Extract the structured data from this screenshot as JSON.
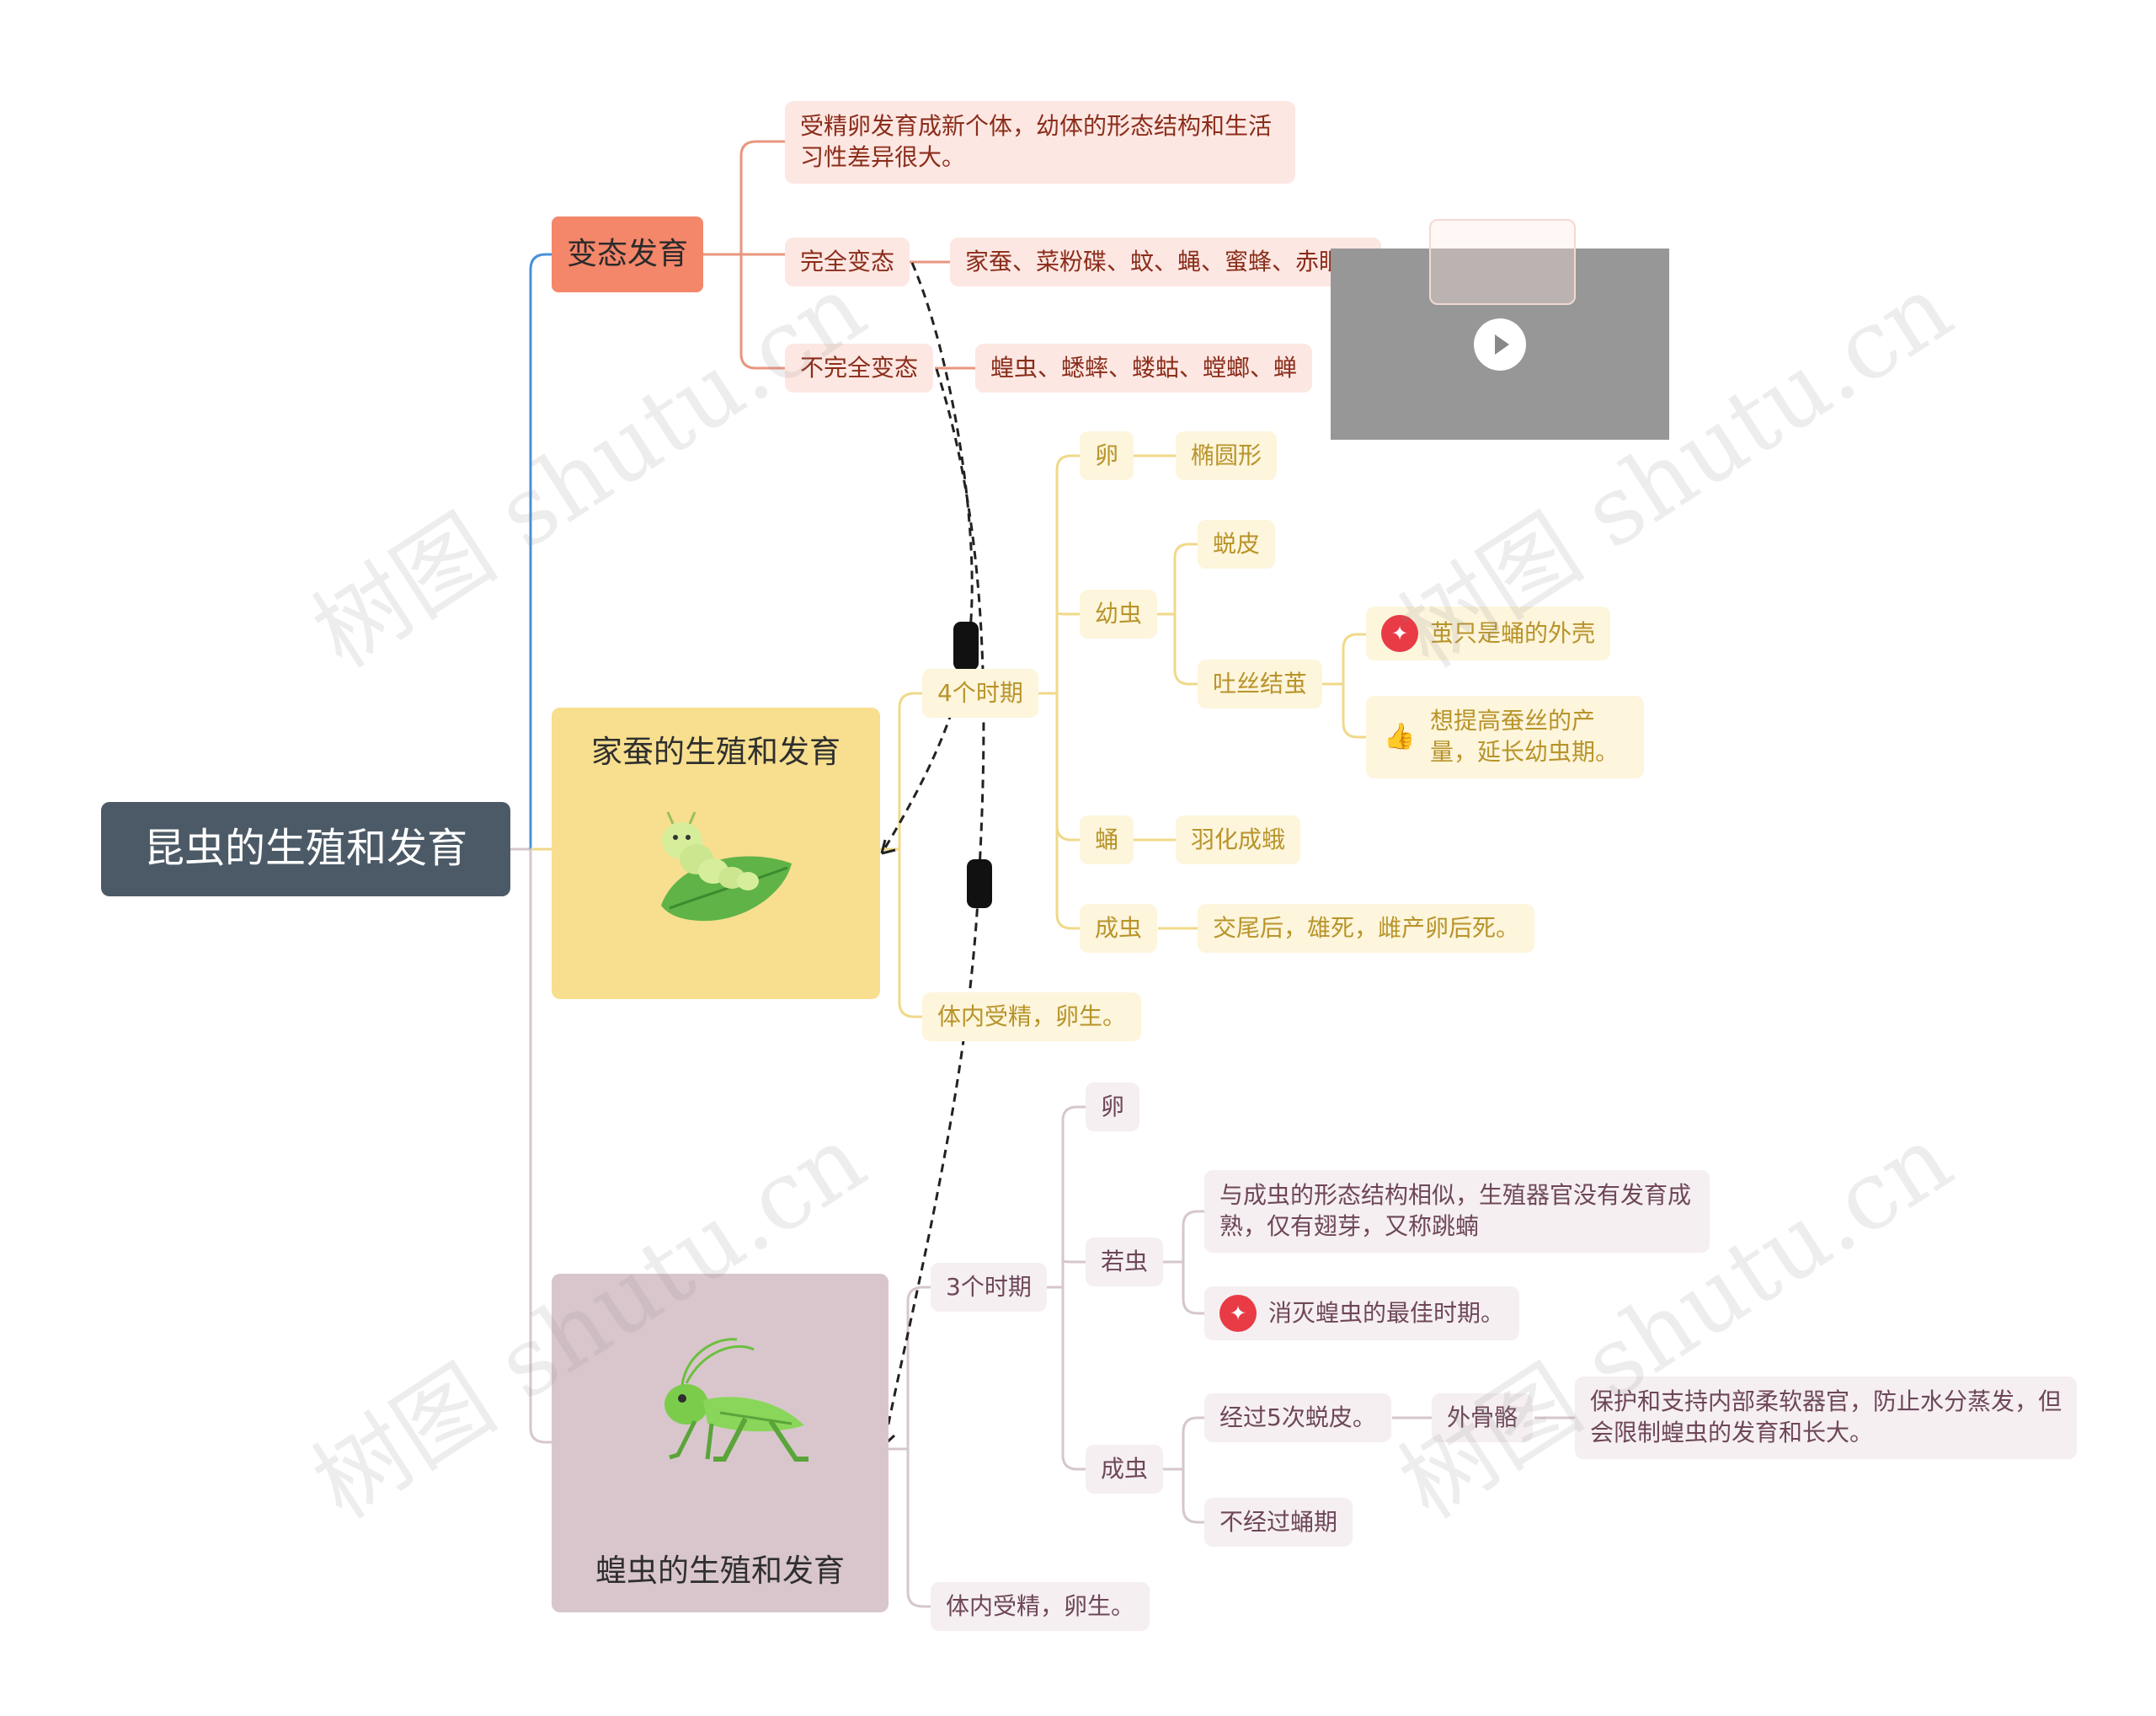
{
  "root": {
    "label": "昆虫的生殖和发育"
  },
  "metamorphosis": {
    "label": "变态发育",
    "definition": "受精卵发育成新个体，幼体的形态结构和生活习性差异很大。",
    "complete": {
      "label": "完全变态",
      "examples": "家蚕、菜粉碟、蚊、蝇、蜜蜂、赤眼蜂"
    },
    "incomplete": {
      "label": "不完全变态",
      "examples": "蝗虫、蟋蟀、蝼蛄、螳螂、蝉"
    }
  },
  "silkworm": {
    "title": "家蚕的生殖和发育",
    "periods_label": "4个时期",
    "egg": {
      "label": "卵",
      "detail": "椭圆形"
    },
    "larva": {
      "label": "幼虫",
      "molting": "蜕皮",
      "spinning": "吐丝结茧",
      "note_1": "茧只是蛹的外壳",
      "note_2": "想提高蚕丝的产量，延长幼虫期。"
    },
    "pupa": {
      "label": "蛹",
      "detail": "羽化成蛾"
    },
    "adult": {
      "label": "成虫",
      "detail": "交尾后，雄死，雌产卵后死。"
    },
    "fertilization": "体内受精，卵生。"
  },
  "locust": {
    "title": "蝗虫的生殖和发育",
    "periods_label": "3个时期",
    "egg": {
      "label": "卵"
    },
    "nymph": {
      "label": "若虫",
      "detail": "与成虫的形态结构相似，生殖器官没有发育成熟，仅有翅芽，又称跳蝻",
      "note": "消灭蝗虫的最佳时期。"
    },
    "adult": {
      "label": "成虫",
      "molting": "经过5次蜕皮。",
      "exoskeleton": "外骨骼",
      "exoskeleton_detail": "保护和支持内部柔软器官，防止水分蒸发，但会限制蝗虫的发育和长大。",
      "no_pupa": "不经过蛹期"
    },
    "fertilization": "体内受精，卵生。"
  },
  "watermark": "树图 shutu.cn",
  "colors": {
    "root": "#4c5a67",
    "orange": "#f4866a",
    "yellow": "#f7df8f",
    "purple": "#d9c6cd",
    "blue_link": "#4a90d9"
  },
  "icons": [
    "silkworm-illustration",
    "grasshopper-illustration",
    "pin-icon",
    "thumbs-up-icon",
    "play-icon"
  ]
}
